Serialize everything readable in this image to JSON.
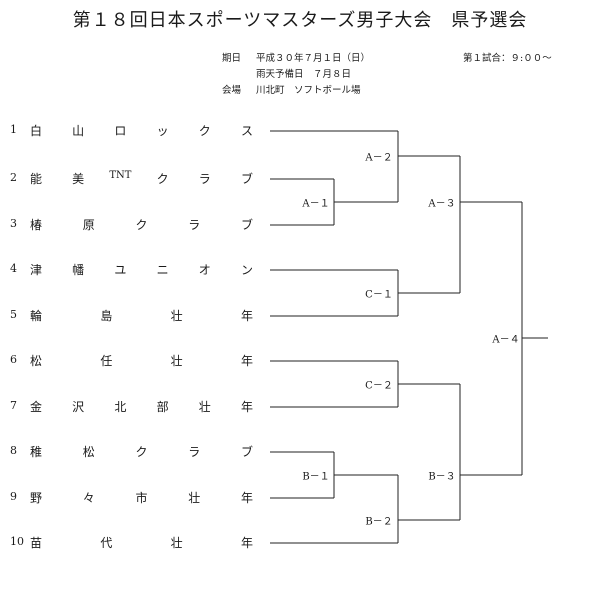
{
  "title": "第１８回日本スポーツマスターズ男子大会　県予選会",
  "info": {
    "date_label": "期日",
    "date_value": "平成３０年７月１日（日）",
    "rain_value": "雨天予備日　７月８日",
    "venue_label": "会場",
    "venue_value": "川北町　ソフトボール場",
    "first_match": "第１試合：９:００～"
  },
  "teams": [
    {
      "num": "1",
      "name": "白山ロックス"
    },
    {
      "num": "2",
      "name": "能美TNTクラブ"
    },
    {
      "num": "3",
      "name": "椿原クラブ"
    },
    {
      "num": "4",
      "name": "津幡ユニオン"
    },
    {
      "num": "5",
      "name": "輪島壮年"
    },
    {
      "num": "6",
      "name": "松任壮年"
    },
    {
      "num": "7",
      "name": "金沢北部壮年"
    },
    {
      "num": "8",
      "name": "稚松クラブ"
    },
    {
      "num": "9",
      "name": "野々市壮年"
    },
    {
      "num": "10",
      "name": "苗代壮年"
    }
  ],
  "matches": {
    "a1": "A－１",
    "a2": "A－２",
    "a3": "A－３",
    "a4": "A－４",
    "b1": "B－１",
    "b2": "B－２",
    "b3": "B－３",
    "c1": "C－１",
    "c2": "C－２"
  }
}
